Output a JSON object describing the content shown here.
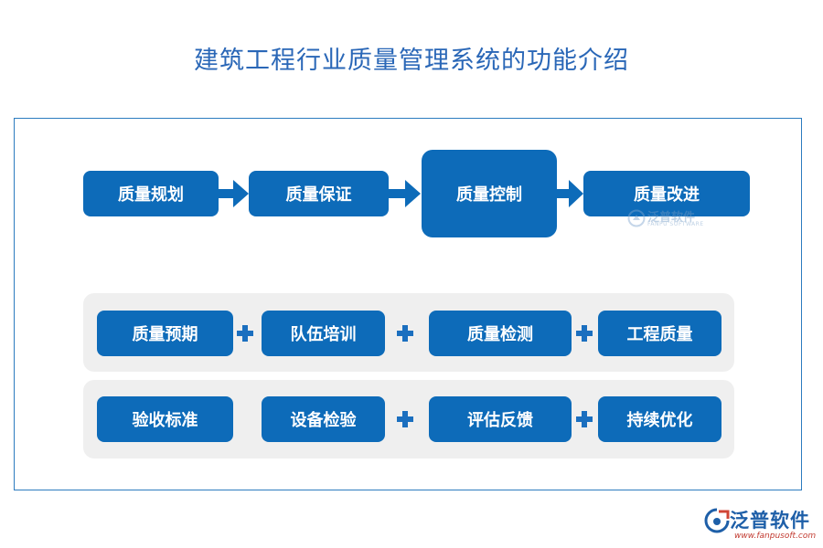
{
  "title": "建筑工程行业质量管理系统的功能介绍",
  "flow": {
    "steps": [
      "质量规划",
      "质量保证",
      "质量控制",
      "质量改进"
    ]
  },
  "grid": {
    "row1": [
      "质量预期",
      "队伍培训",
      "质量检测",
      "工程质量"
    ],
    "row2": [
      "验收标准",
      "设备检验",
      "评估反馈",
      "持续优化"
    ]
  },
  "watermark": {
    "name": "泛普软件",
    "sub": "FANPU SOFTWARE"
  },
  "logo": {
    "name": "泛普软件",
    "url": "www.fanpusoft.com"
  },
  "colors": {
    "box": "#0d6bb9",
    "title": "#2a67b7",
    "frame": "#2c7bbf",
    "panel": "#efefef"
  }
}
